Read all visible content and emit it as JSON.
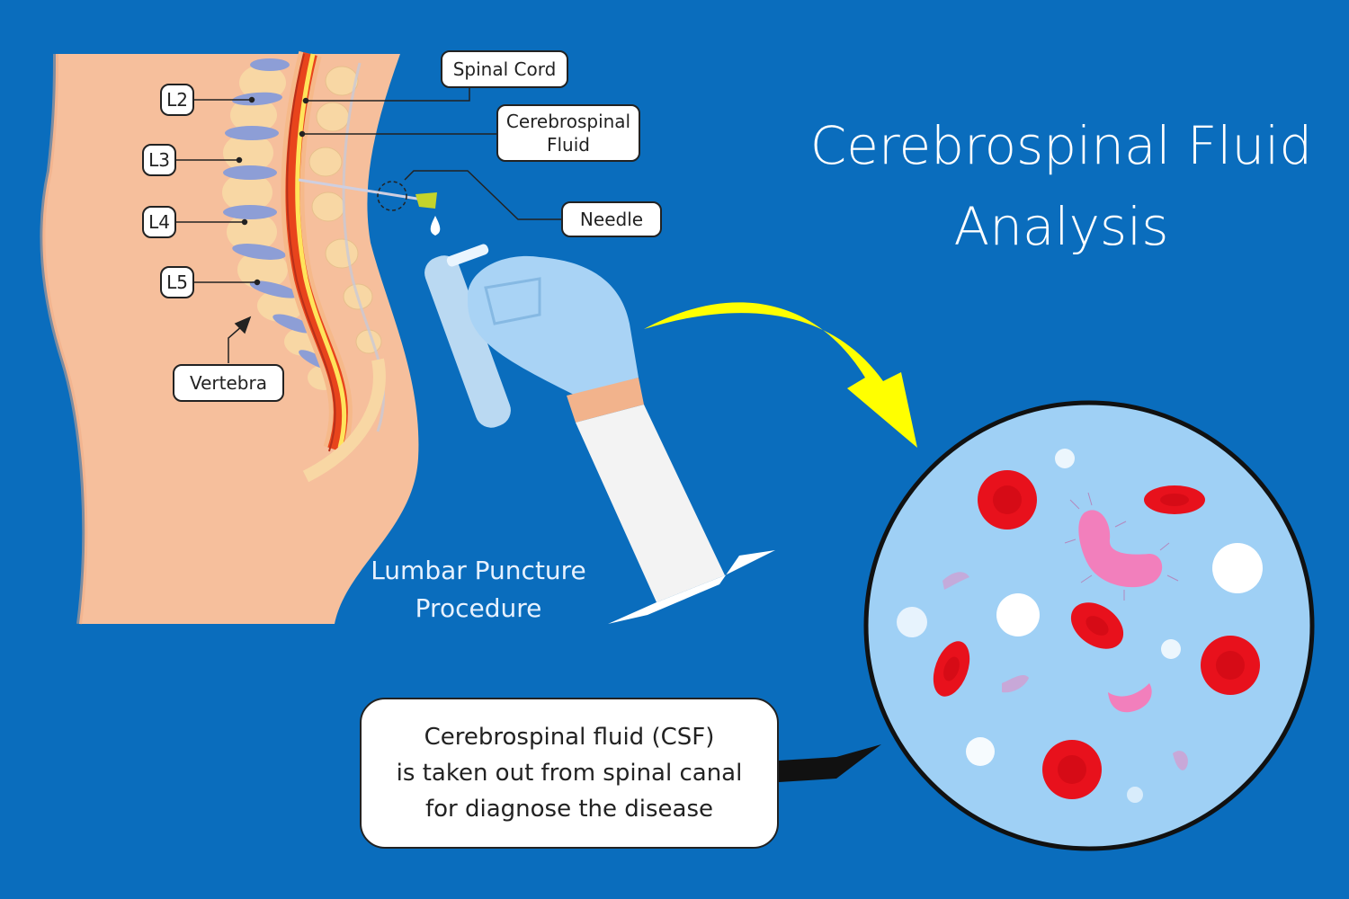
{
  "title": {
    "line1": "Cerebrospinal Fluid",
    "line2": "Analysis"
  },
  "procedure": {
    "line1": "Lumbar Puncture",
    "line2": "Procedure"
  },
  "labels": {
    "l2": "L2",
    "l3": "L3",
    "l4": "L4",
    "l5": "L5",
    "vertebra": "Vertebra",
    "spinal_cord": "Spinal Cord",
    "csf": "Cerebrospinal\nFluid",
    "needle": "Needle"
  },
  "info": {
    "line1": "Cerebrospinal fluid (CSF)",
    "line2": "is taken out from spinal canal",
    "line3": "for diagnose the disease"
  },
  "colors": {
    "background": "#0a6dbd",
    "skin": "#f6bf9c",
    "spinal_cord": "#e8441c",
    "csf": "#ffe45c",
    "arrow": "#ffff00",
    "glove": "#a9d3f5",
    "microscope_field": "#9fd0f5",
    "red_cell": "#e8111c",
    "bacteria": "#f27fbc"
  }
}
